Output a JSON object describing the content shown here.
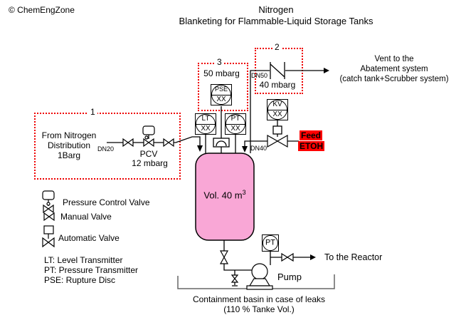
{
  "meta": {
    "copyright": "© ChemEngZone"
  },
  "title": {
    "line1": "Nitrogen",
    "line2": "Blanketing for Flammable-Liquid Storage Tanks"
  },
  "colors": {
    "tank_pink": "#F9A7D6",
    "dotted_box_red": "#EE0000",
    "feed_highlight": "#FF0000",
    "basin_gray": "#666666"
  },
  "boxes": {
    "box1": {
      "label": "1",
      "text_line1": "From Nitrogen",
      "text_line2": "Distribution",
      "text_line3": "1Barg",
      "pipe_size": "DN20",
      "valve_name": "PCV",
      "valve_setpoint": "12 mbarg"
    },
    "box2": {
      "label": "2",
      "pipe_size": "DN50",
      "setpoint": "40 mbarg"
    },
    "box3": {
      "label": "3",
      "setpoint": "50 mbarg"
    }
  },
  "instruments": {
    "pse": {
      "tag": "PSE",
      "id": "XX"
    },
    "lt": {
      "tag": "LT",
      "id": "XX"
    },
    "pt_tank": {
      "tag": "PT",
      "id": "XX"
    },
    "kv": {
      "tag": "KV",
      "id": "XX"
    },
    "pt_pump": {
      "tag": "PT"
    }
  },
  "tank": {
    "volume_text": "Vol. 40 m",
    "volume_exp": "3"
  },
  "feed": {
    "line1": "Feed",
    "line2": "ETOH",
    "pipe_size": "DN40"
  },
  "vent": {
    "line1": "Vent to the",
    "line2": "Abatement system",
    "line3": "(catch tank+Scrubber system)"
  },
  "pump": {
    "label": "Pump"
  },
  "reactor": {
    "label": "To the Reactor"
  },
  "basin": {
    "line1": "Containment basin in case of leaks",
    "line2": "(110 % Tanke Vol.)"
  },
  "legend": {
    "pcv": "Pressure Control Valve",
    "manual": "Manual Valve",
    "automatic": "Automatic Valve",
    "lt": "LT: Level Transmitter",
    "pt": "PT: Pressure Transmitter",
    "pse": "PSE: Rupture Disc"
  }
}
